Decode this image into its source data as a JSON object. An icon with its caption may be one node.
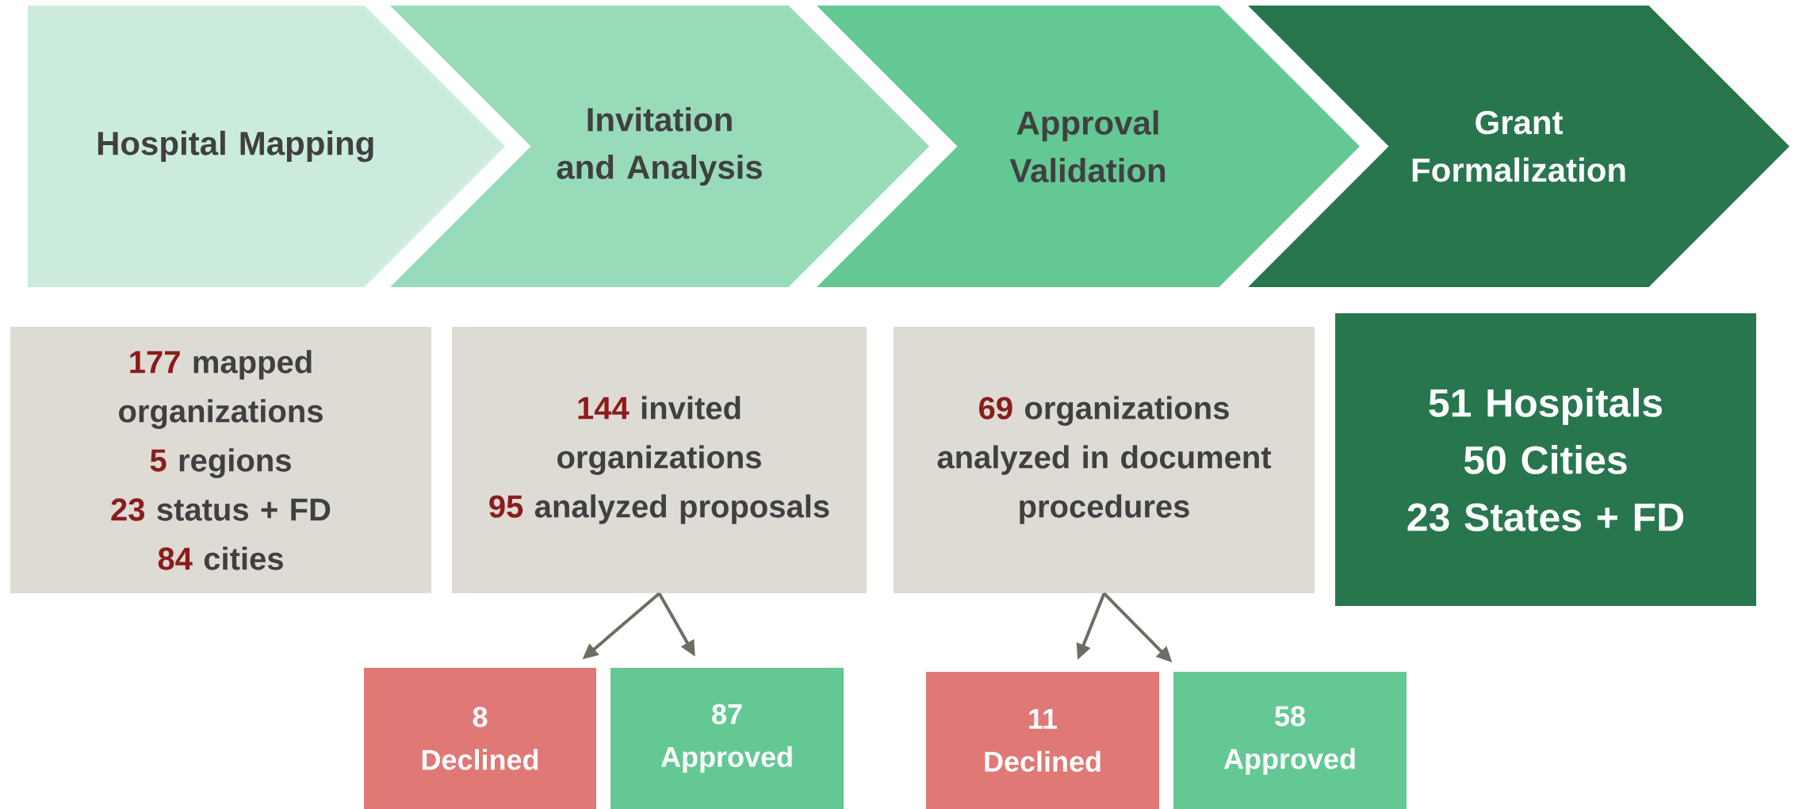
{
  "diagram": {
    "nodes": [
      {
        "text": [
          "Hospital Mapping"
        ]
      },
      {
        "text": [
          "Invitation and Analysis"
        ]
      },
      {
        "text": [
          "Approval Validation"
        ]
      },
      {
        "text": [
          "Grant Formalization"
        ]
      },
      {
        "text": [
          "177",
          "mapped organizations",
          "5",
          "regions",
          "23",
          "status + FD",
          "84",
          "cities"
        ]
      },
      {
        "text": [
          "144",
          "invited organizations",
          "95",
          "analyzed proposals"
        ]
      },
      {
        "text": [
          "69",
          "organizations analyzed in document procedures"
        ]
      },
      {
        "text": [
          "51 Hospitals",
          "50 Cities",
          "23 States + FD"
        ]
      },
      {
        "text": [
          "8",
          "Declined"
        ]
      },
      {
        "text": [
          "87",
          "Approved"
        ]
      },
      {
        "text": [
          "11",
          "Declined"
        ]
      },
      {
        "text": [
          "58",
          "Approved"
        ]
      }
    ],
    "edges": [
      {
        "from": 5,
        "to": 8,
        "arrow": "to"
      },
      {
        "from": 5,
        "to": 9,
        "arrow": "to"
      },
      {
        "from": 6,
        "to": 10,
        "arrow": "to"
      },
      {
        "from": 6,
        "to": 11,
        "arrow": "to"
      }
    ]
  }
}
